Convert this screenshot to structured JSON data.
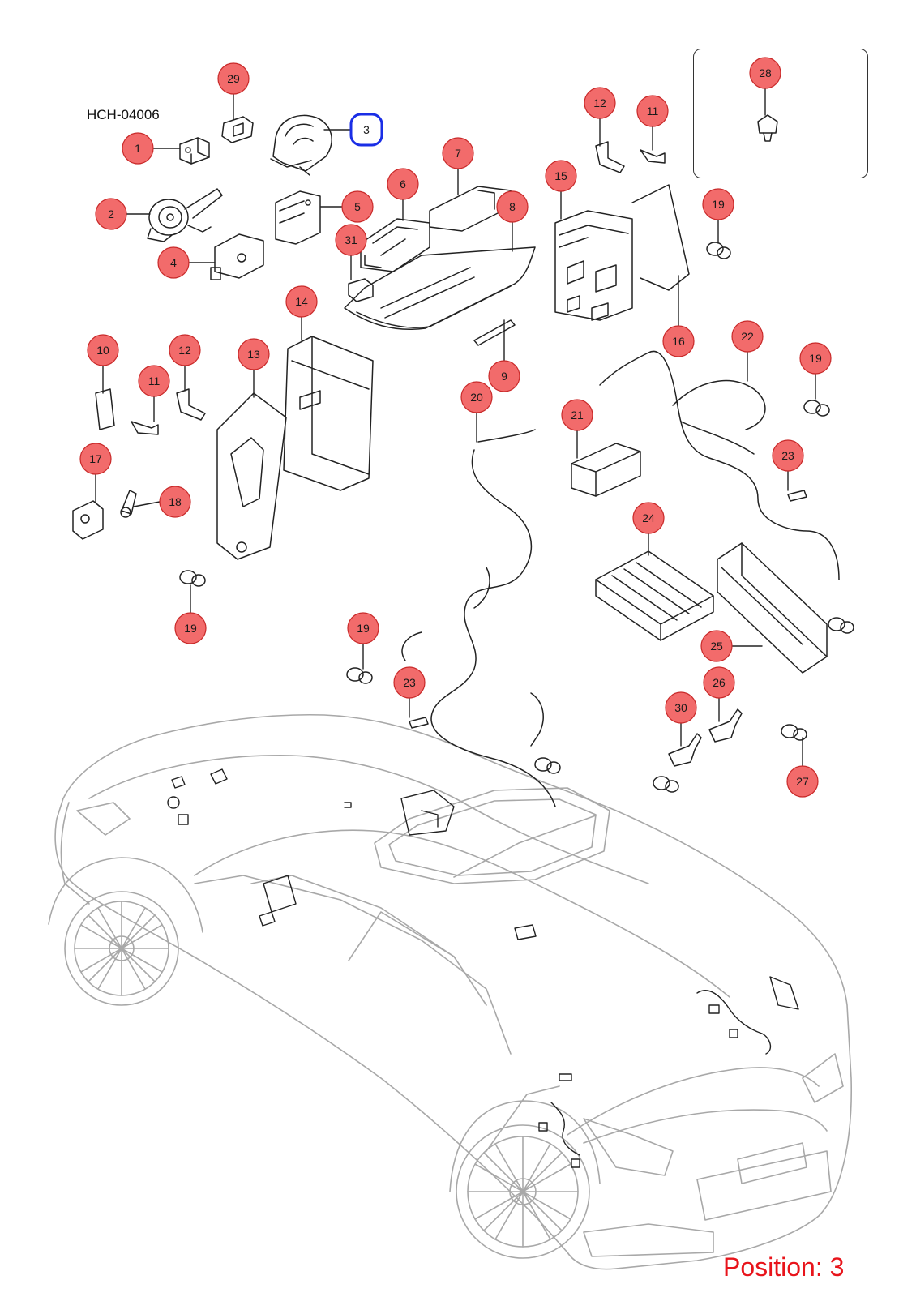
{
  "diagram_code": "HCH-04006",
  "position_label": "Position: 3",
  "selected_callout": "3",
  "colors": {
    "callout_fill": "#f26b6b",
    "callout_stroke": "#c92a2a",
    "selected_stroke": "#1a2ee6",
    "line": "#222222",
    "car_outline": "#a8a8a8",
    "position_text": "#e8141b"
  },
  "callouts": [
    {
      "id": "c1",
      "label": "1"
    },
    {
      "id": "c2",
      "label": "2"
    },
    {
      "id": "c3",
      "label": "3"
    },
    {
      "id": "c4",
      "label": "4"
    },
    {
      "id": "c5",
      "label": "5"
    },
    {
      "id": "c6",
      "label": "6"
    },
    {
      "id": "c7",
      "label": "7"
    },
    {
      "id": "c8",
      "label": "8"
    },
    {
      "id": "c9",
      "label": "9"
    },
    {
      "id": "c10",
      "label": "10"
    },
    {
      "id": "c11a",
      "label": "11"
    },
    {
      "id": "c11b",
      "label": "11"
    },
    {
      "id": "c12a",
      "label": "12"
    },
    {
      "id": "c12b",
      "label": "12"
    },
    {
      "id": "c13",
      "label": "13"
    },
    {
      "id": "c14",
      "label": "14"
    },
    {
      "id": "c15",
      "label": "15"
    },
    {
      "id": "c16",
      "label": "16"
    },
    {
      "id": "c17",
      "label": "17"
    },
    {
      "id": "c18",
      "label": "18"
    },
    {
      "id": "c19a",
      "label": "19"
    },
    {
      "id": "c19b",
      "label": "19"
    },
    {
      "id": "c19c",
      "label": "19"
    },
    {
      "id": "c19d",
      "label": "19"
    },
    {
      "id": "c20",
      "label": "20"
    },
    {
      "id": "c21",
      "label": "21"
    },
    {
      "id": "c22",
      "label": "22"
    },
    {
      "id": "c23a",
      "label": "23"
    },
    {
      "id": "c23b",
      "label": "23"
    },
    {
      "id": "c24",
      "label": "24"
    },
    {
      "id": "c25",
      "label": "25"
    },
    {
      "id": "c26",
      "label": "26"
    },
    {
      "id": "c27",
      "label": "27"
    },
    {
      "id": "c28",
      "label": "28"
    },
    {
      "id": "c29",
      "label": "29"
    },
    {
      "id": "c30",
      "label": "30"
    },
    {
      "id": "c31",
      "label": "31"
    }
  ]
}
